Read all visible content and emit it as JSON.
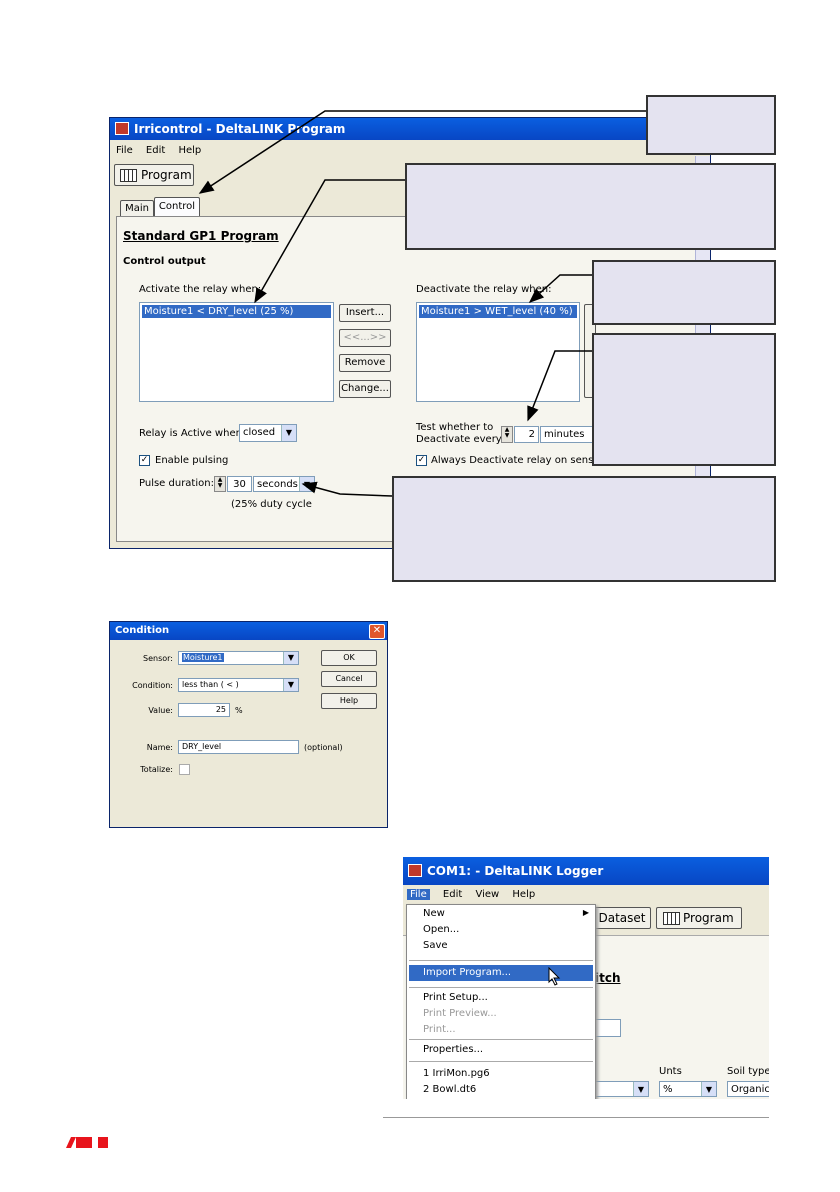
{
  "program_window": {
    "title": "Irricontrol - DeltaLINK Program",
    "menu": [
      "File",
      "Edit",
      "Help"
    ],
    "program_button": "Program",
    "tabs": [
      "Main",
      "Control"
    ],
    "heading": "Standard GP1 Program",
    "section": "Control output",
    "activate_label": "Activate the relay when:",
    "activate_item": "Moisture1 < DRY_level (25 %)",
    "deactivate_label": "Deactivate the relay when:",
    "deactivate_item": "Moisture1 > WET_level (40 %)",
    "buttons": {
      "insert": "Insert...",
      "move": "<<...>>",
      "remove": "Remove",
      "change": "Change..."
    },
    "relay_active_label": "Relay is Active when:",
    "relay_active_value": "closed",
    "enable_pulsing": "Enable pulsing",
    "pulse_label": "Pulse duration:",
    "pulse_value": "30",
    "pulse_unit": "seconds",
    "duty": "(25% duty cycle",
    "test_label_1": "Test whether to",
    "test_label_2": "Deactivate every:",
    "test_value": "2",
    "test_unit": "minutes",
    "always_deactivate": "Always Deactivate relay on sensor err"
  },
  "condition_dialog": {
    "title": "Condition",
    "sensor_label": "Sensor:",
    "sensor_value": "Moisture1",
    "condition_label": "Condition:",
    "condition_value": "less than ( < )",
    "value_label": "Value:",
    "value_value": "25",
    "value_unit": "%",
    "name_label": "Name:",
    "name_value": "DRY_level",
    "name_hint": "(optional)",
    "totalize_label": "Totalize:",
    "ok": "OK",
    "cancel": "Cancel",
    "help": "Help"
  },
  "logger_window": {
    "title": "COM1: - DeltaLINK Logger",
    "menu": [
      "File",
      "Edit",
      "View",
      "Help"
    ],
    "file_menu": [
      "New",
      "Open...",
      "Save",
      "Import Program...",
      "Print Setup...",
      "Print Preview...",
      "Print...",
      "Properties...",
      "1 IrriMon.pg6",
      "2 Bowl.dt6"
    ],
    "toolbar": {
      "dataset": "Dataset",
      "program": "Program"
    },
    "partial_heading": "itch",
    "units_header": "Unts",
    "soil_header": "Soil type",
    "units_value": "%",
    "soil_value": "Organic s"
  },
  "colors": {
    "titlebar": "#0846c4",
    "selection": "#316ac5",
    "callout": "#e4e3f0",
    "window": "#ece9d8",
    "logo": "#e8141c"
  }
}
